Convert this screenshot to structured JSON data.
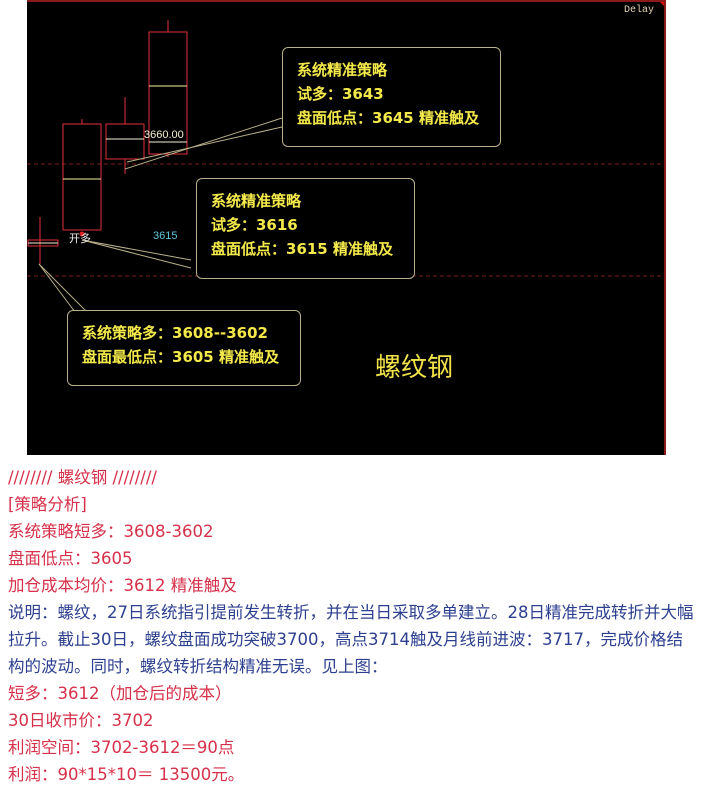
{
  "chart": {
    "delay_label": "Delay",
    "product_title": "螺纹钢",
    "price_label_3660": "3660.00",
    "price_label_3615": "3615",
    "signal_label": "开多",
    "callouts": [
      {
        "id": "top",
        "lines": [
          "系统精准策略",
          "试多：3643",
          "盘面低点：3645 精准触及"
        ]
      },
      {
        "id": "middle",
        "lines": [
          "系统精准策略",
          "试多：3616",
          "盘面低点：3615 精准触及"
        ]
      },
      {
        "id": "bottom",
        "lines": [
          "系统策略多：3608--3602",
          "盘面最低点：3605 精准触及"
        ]
      }
    ],
    "colors": {
      "background": "#000000",
      "candle": "#e0303a",
      "callout_text": "#f4e94a",
      "title": "#f2e24a",
      "label_3615": "#5fc8d8"
    }
  },
  "chart_data": {
    "type": "candlestick",
    "title": "螺纹钢",
    "annotations": [
      "3660.00",
      "3615",
      "开多",
      "Delay"
    ],
    "candles": [
      {
        "index": 1,
        "open": 3610,
        "close": 3610,
        "high": 3622,
        "low": 3597,
        "note": "doji"
      },
      {
        "index": 2,
        "open": 3618,
        "close": 3670,
        "high": 3673,
        "low": 3618
      },
      {
        "index": 3,
        "open": 3648,
        "close": 3660,
        "high": 3678,
        "low": 3640
      },
      {
        "index": 4,
        "open": 3660,
        "close": 3703,
        "high": 3712,
        "low": 3650
      }
    ],
    "reference_lines": [
      3645,
      3605
    ],
    "grid": false
  },
  "article": {
    "heading": "////////  螺纹钢  ////////",
    "section": "[策略分析]",
    "lines_red_top": [
      "系统策略短多：3608-3602",
      "盘面低点：3605",
      "加仓成本均价：3612 精准触及"
    ],
    "description": "说明：螺纹，27日系统指引提前发生转折，并在当日采取多单建立。28日精准完成转折并大幅拉升。截止30日，螺纹盘面成功突破3700，高点3714触及月线前进波：3717，完成价格结构的波动。同时，螺纹转折结构精准无误。见上图：",
    "lines_red_bottom": [
      "短多：3612（加仓后的成本）",
      "30日收市价：3702",
      "利润空间：3702-3612＝90点",
      "利润：90*15*10＝ 13500元。"
    ]
  }
}
